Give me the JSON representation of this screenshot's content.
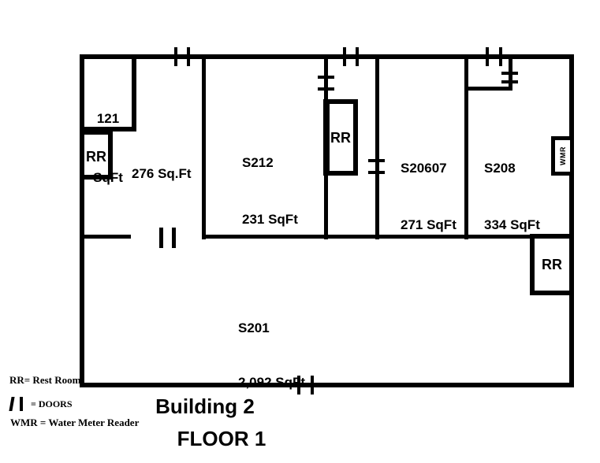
{
  "plan": {
    "rooms": {
      "room121": {
        "line1": "121",
        "line2": "SqFt"
      },
      "area276": {
        "label": "276 Sq.Ft"
      },
      "s212": {
        "name": "S212",
        "area": "231 SqFt"
      },
      "s20607": {
        "name": "S20607",
        "area": "271 SqFt"
      },
      "s208": {
        "name": "S208",
        "area": "334 SqFt"
      },
      "s201": {
        "name": "S201",
        "area": "2,092 SqFt"
      }
    },
    "markers": {
      "rr_left": "RR",
      "rr_mid": "RR",
      "rr_bottom": "RR",
      "wmr": "WMR"
    }
  },
  "legend": {
    "rest_room": "RR= Rest Room",
    "doors": "= DOORS",
    "water_meter": "WMR = Water Meter Reader"
  },
  "title": {
    "building": "Building 2",
    "floor": "FLOOR 1"
  },
  "colors": {
    "ink": "#000000",
    "background": "#ffffff"
  }
}
